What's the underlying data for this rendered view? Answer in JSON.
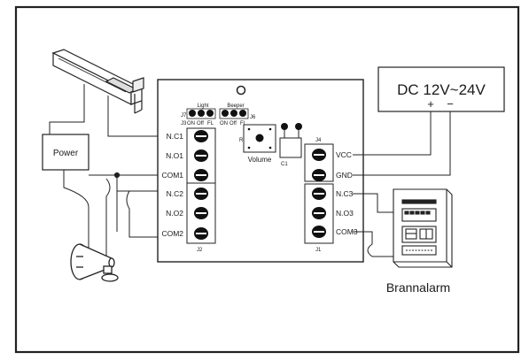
{
  "power_box": {
    "label": "Power"
  },
  "dc_supply": {
    "label": "DC 12V~24V",
    "plus": "+",
    "minus": "−"
  },
  "fire_alarm": {
    "label": "Brannalarm"
  },
  "board": {
    "volume_label": "Volume",
    "light_header": "Light",
    "beeper_header": "Beeper",
    "jumper_options": [
      "ON",
      "Off",
      "FL"
    ],
    "jumper_j7": "J7",
    "jumper_j3": "J3",
    "jumper_j6": "J6",
    "r_label": "R",
    "c_label": "C1",
    "j4_label": "J4",
    "j2_label": "J2",
    "j1_label": "J1",
    "left_terminals": [
      "N.C1",
      "N.O1",
      "COM1",
      "N.C2",
      "N.O2",
      "COM2"
    ],
    "right_terminals": [
      "VCC",
      "GND",
      "N.C3",
      "N.O3",
      "COM3"
    ]
  }
}
